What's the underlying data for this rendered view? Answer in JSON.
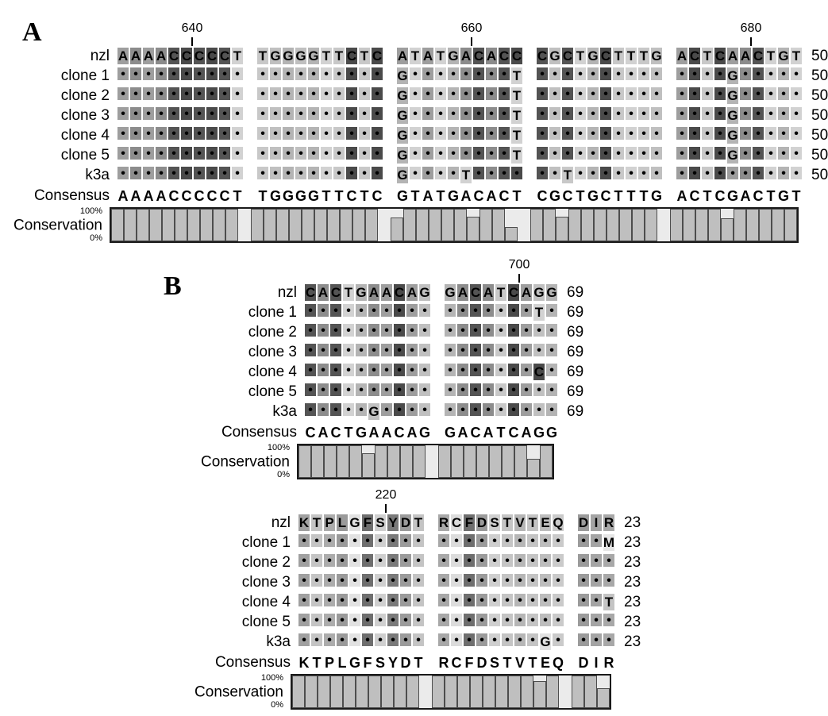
{
  "figure": {
    "panel_a_label": "A",
    "panel_b_label": "B",
    "consensus_label": "Consensus",
    "conservation_label": "Conservation",
    "axis_top": "100%",
    "axis_bottom": "0%",
    "row_labels": [
      "nzl",
      "clone 1",
      "clone 2",
      "clone 3",
      "clone 4",
      "clone 5",
      "k3a"
    ],
    "colors": {
      "cell_light": "#e0e0e0",
      "cell_mid": "#b0b0b0",
      "cell_dark": "#707070",
      "cell_darkest": "#3a3a3a",
      "bar_fill": "#bfbfbf",
      "bar_stroke": "#4d4d4d",
      "plot_bg": "#ebebeb",
      "plot_border": "#1a1a1a"
    }
  },
  "panel_a": {
    "type": "nucleotide",
    "end_number": "50",
    "rulers": [
      {
        "label": "640",
        "block": 0,
        "col": 6
      },
      {
        "label": "660",
        "block": 2,
        "col": 6
      },
      {
        "label": "680",
        "block": 4,
        "col": 6
      }
    ],
    "blocks": [
      {
        "reference": "AAAACCCCCT",
        "rows": [
          "AAAACCCCCT",
          "..........",
          "..........",
          "..........",
          "..........",
          "..........",
          ".........."
        ],
        "consensus": "AAAACCCCCT",
        "conservation": [
          100,
          100,
          100,
          100,
          100,
          100,
          100,
          100,
          100,
          100
        ]
      },
      {
        "reference": "TGGGGTTCTC",
        "rows": [
          "TGGGGTTCTC",
          "..........",
          "..........",
          "..........",
          "..........",
          "..........",
          ".........."
        ],
        "consensus": "TGGGGTTCTC",
        "conservation": [
          100,
          100,
          100,
          100,
          100,
          100,
          100,
          100,
          100,
          100
        ]
      },
      {
        "reference": "ATATGACACC",
        "rows": [
          "ATATGACACC",
          "G........T",
          "G........T",
          "G........T",
          "G........T",
          "G........T",
          "G....T...."
        ],
        "consensus": "GTATGACACT",
        "conservation": [
          72,
          100,
          100,
          100,
          100,
          100,
          75,
          100,
          100,
          45
        ]
      },
      {
        "reference": "CGCTGCTTTG",
        "rows": [
          "CGCTGCTTTG",
          "..........",
          "..........",
          "..........",
          "..........",
          "..........",
          "..T......."
        ],
        "consensus": "CGCTGCTTTG",
        "conservation": [
          100,
          100,
          75,
          100,
          100,
          100,
          100,
          100,
          100,
          100
        ]
      },
      {
        "reference": "ACTCAACTGT",
        "rows": [
          "ACTCAACTGT",
          "....G.....",
          "....G.....",
          "....G.....",
          "....G.....",
          "....G.....",
          ".........."
        ],
        "consensus": "ACTCGACTGT",
        "conservation": [
          100,
          100,
          100,
          100,
          70,
          100,
          100,
          100,
          100,
          100
        ]
      }
    ]
  },
  "panel_b_nucleotide": {
    "type": "nucleotide",
    "end_number": "69",
    "rulers": [
      {
        "label": "700",
        "block": 1,
        "col": 6
      }
    ],
    "blocks": [
      {
        "reference": "CACTGAACAG",
        "rows": [
          "CACTGAACAG",
          "..........",
          "..........",
          "..........",
          "..........",
          "..........",
          ".....G...."
        ],
        "consensus": "CACTGAACAG",
        "conservation": [
          100,
          100,
          100,
          100,
          100,
          75,
          100,
          100,
          100,
          100
        ]
      },
      {
        "reference": "GACATCAGG",
        "rows": [
          "GACATCAGG",
          ".......T.",
          ".........",
          ".........",
          ".......C.",
          ".........",
          "........."
        ],
        "consensus": "GACATCAGG",
        "conservation": [
          100,
          100,
          100,
          100,
          100,
          100,
          100,
          58,
          100
        ]
      }
    ]
  },
  "panel_b_protein": {
    "type": "protein",
    "end_number": "23",
    "rulers": [
      {
        "label": "220",
        "block": 0,
        "col": 7
      }
    ],
    "blocks": [
      {
        "reference": "KTPLGFSYDT",
        "rows": [
          "KTPLGFSYDT",
          "..........",
          "..........",
          "..........",
          "..........",
          "..........",
          ".........."
        ],
        "consensus": "KTPLGFSYDT",
        "conservation": [
          100,
          100,
          100,
          100,
          100,
          100,
          100,
          100,
          100,
          100
        ]
      },
      {
        "reference": "RCFDSTVTEQ",
        "rows": [
          "RCFDSTVTEQ",
          "..........",
          "..........",
          "..........",
          "..........",
          "..........",
          "........G."
        ],
        "consensus": "RCFDSTVTEQ",
        "conservation": [
          100,
          100,
          100,
          100,
          100,
          100,
          100,
          100,
          82,
          100
        ]
      },
      {
        "reference": "DIR",
        "rows": [
          "DIR",
          "..M",
          "...",
          "...",
          "..T",
          "...",
          "..."
        ],
        "consensus": "DIR",
        "conservation": [
          100,
          100,
          60
        ]
      }
    ]
  }
}
